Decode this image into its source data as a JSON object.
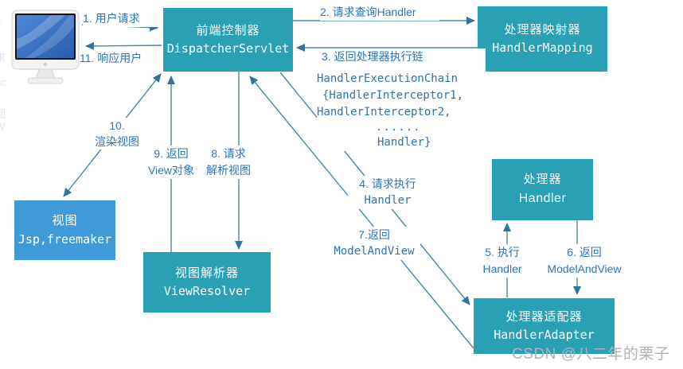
{
  "boxes": {
    "dispatcher": {
      "title": "前端控制器",
      "subtitle": "DispatcherServlet"
    },
    "handler_mapping": {
      "title": "处理器映射器",
      "subtitle": "HandlerMapping"
    },
    "handler": {
      "title": "处理器",
      "subtitle": "Handler"
    },
    "handler_adapter": {
      "title": "处理器适配器",
      "subtitle": "HandlerAdapter"
    },
    "view_resolver": {
      "title": "视图解析器",
      "subtitle": "ViewResolver"
    },
    "view": {
      "title": "视图",
      "subtitle": "Jsp,freemaker"
    }
  },
  "labels": {
    "step1": "1. 用户请求",
    "step2": "2. 请求查询Handler",
    "step3": [
      "3. 返回处理器执行链",
      "HandlerExecutionChain",
      "{HandlerInterceptor1,",
      "HandlerInterceptor2,",
      "......",
      "Handler}"
    ],
    "step4": [
      "4. 请求执行",
      "Handler"
    ],
    "step5": [
      "5. 执行",
      "Handler"
    ],
    "step6": [
      "6. 返回",
      "ModelAndView"
    ],
    "step7": [
      "7.返回",
      "ModelAndView"
    ],
    "step8": [
      "8. 请求",
      "解析视图"
    ],
    "step9": [
      "9. 返回",
      "View对象"
    ],
    "step10": [
      "10.",
      "渲染视图"
    ],
    "step11": "11. 响应用户"
  },
  "watermark": "CSDN @八二年的栗子",
  "edge_fragments": [
    "n",
    "求",
    "nc",
    "、",
    "回",
    "W"
  ],
  "colors": {
    "box_teal": "#2aa0b5",
    "box_blue": "#3f9ad7",
    "line": "#4389a8",
    "arrowhead": "#31739f",
    "label_text": "#2e74b5",
    "watermark": "#aeb3b9"
  }
}
